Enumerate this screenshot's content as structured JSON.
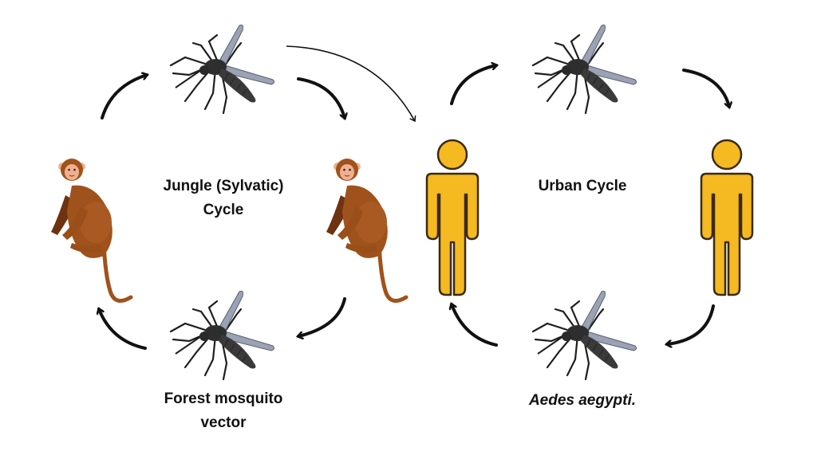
{
  "title": "Yellow fever transmission cycles",
  "labels": {
    "jungle_cycle_line1": "Jungle (Sylvatic)",
    "jungle_cycle_line2": "Cycle",
    "urban_cycle": "Urban Cycle",
    "forest_vector_line1": "Forest mosquito",
    "forest_vector_line2": "vector",
    "urban_vector": "Aedes aegypti."
  },
  "colors": {
    "monkey_body": "#a0521c",
    "monkey_dark": "#6e3210",
    "monkey_face": "#f0b090",
    "human_fill": "#f5b921",
    "human_outline": "#3a2a10",
    "mosquito_body": "#2e2e2e",
    "mosquito_wing": "#9aa2b4",
    "arrow": "#111111"
  },
  "nodes": [
    {
      "id": "monkey-left",
      "type": "monkey"
    },
    {
      "id": "mosquito-top-left",
      "type": "mosquito"
    },
    {
      "id": "monkey-center",
      "type": "monkey"
    },
    {
      "id": "mosquito-bottom-left",
      "type": "mosquito"
    },
    {
      "id": "human-center",
      "type": "human"
    },
    {
      "id": "mosquito-top-right",
      "type": "mosquito"
    },
    {
      "id": "human-right",
      "type": "human"
    },
    {
      "id": "mosquito-bottom-right",
      "type": "mosquito"
    }
  ]
}
